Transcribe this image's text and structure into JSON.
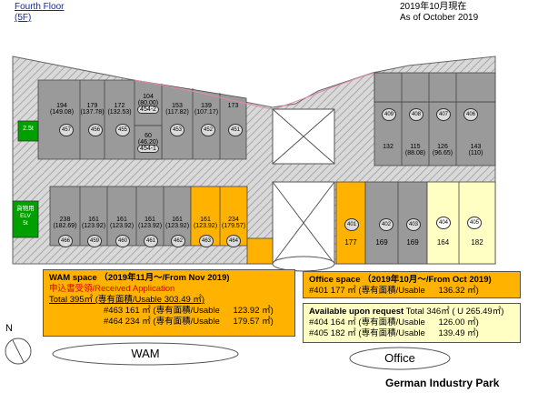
{
  "header": {
    "floor_en": "Fourth Floor",
    "floor_code": "(5F)",
    "date_jp": "2019年10月現在",
    "date_en": "As of October 2019"
  },
  "units": {
    "u194": {
      "num": "194",
      "area": "(149.08)"
    },
    "u179": {
      "num": "179",
      "area": "(137.78)"
    },
    "u172": {
      "num": "172",
      "area": "(132.53)"
    },
    "u104": {
      "num": "104",
      "area": "(80.00)",
      "tag": "454-2"
    },
    "u153": {
      "num": "153",
      "area": "(117.82)"
    },
    "u139": {
      "num": "139",
      "area": "(107.17)"
    },
    "u173": {
      "num": "173",
      "area": ""
    },
    "u60": {
      "num": "60",
      "area": "(46.20)",
      "tag": "454-1"
    },
    "u132": {
      "num": "132",
      "area": ""
    },
    "u115": {
      "num": "115",
      "area": "(88.08)"
    },
    "u126": {
      "num": "126",
      "area": "(96.65)"
    },
    "u143": {
      "num": "143",
      "area": "(110)"
    },
    "u238": {
      "num": "238",
      "area": "(182.69)"
    },
    "u161a": {
      "num": "161",
      "area": "(123.92)"
    },
    "u161b": {
      "num": "161",
      "area": "(123.92)"
    },
    "u161c": {
      "num": "161",
      "area": "(123.92)"
    },
    "u161d": {
      "num": "161",
      "area": "(123.92)"
    },
    "u161e": {
      "num": "161",
      "area": "(123.92)"
    },
    "u234": {
      "num": "234",
      "area": "(179.57)"
    },
    "u177": {
      "num": "177"
    },
    "u169a": {
      "num": "169"
    },
    "u169b": {
      "num": "169"
    },
    "u164": {
      "num": "164"
    },
    "u182": {
      "num": "182"
    }
  },
  "circles": [
    "457",
    "456",
    "455",
    "453",
    "452",
    "451",
    "409",
    "408",
    "407",
    "406",
    "466",
    "459",
    "460",
    "461",
    "462",
    "463",
    "464",
    "401",
    "402",
    "403",
    "404",
    "405"
  ],
  "elevators": {
    "small": "2.5t",
    "freight_jp": "貨物用",
    "freight_en": "ELV",
    "freight_t": "5t"
  },
  "wam_box": {
    "title": "WAM space （2019年11月～/From Nov 2019)",
    "status": "申込書受領/Received Application",
    "total": "Total  395㎡ (専有面積/Usable  303.49 ㎡)",
    "rows": [
      {
        "id": "#463",
        "size": "161 ㎡",
        "label": "(専有面積/Usable",
        "value": "123.92 ㎡)"
      },
      {
        "id": "#464",
        "size": "234 ㎡",
        "label": "(専有面積/Usable",
        "value": "179.57 ㎡)"
      }
    ]
  },
  "office_box": {
    "title": "Office space （2019年10月～/From Oct 2019)",
    "row": {
      "id": "#401",
      "size": "177 ㎡",
      "label": "(専有面積/Usable",
      "value": "136.32 ㎡)"
    }
  },
  "avail_box": {
    "title": "Available upon request",
    "total": "Total 346㎡ ( U 265.49㎡)",
    "rows": [
      {
        "id": "#404",
        "size": "164 ㎡",
        "label": "(専有面積/Usable",
        "value": "126.00 ㎡)"
      },
      {
        "id": "#405",
        "size": "182 ㎡",
        "label": "(専有面積/Usable",
        "value": "139.49 ㎡)"
      }
    ]
  },
  "zones": {
    "wam": "WAM",
    "office": "Office"
  },
  "north": "N",
  "park": "German Industry Park",
  "colors": {
    "grey": "#9a9a9a",
    "orange": "#ffb300",
    "yellow": "#ffffc4",
    "green": "#00a000",
    "hatch": "#bdbdbd"
  }
}
